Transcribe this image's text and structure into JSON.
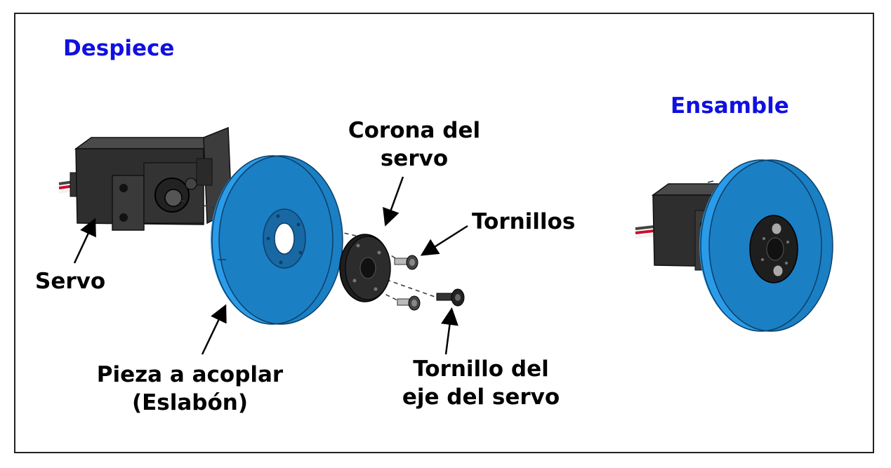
{
  "titles": {
    "exploded": "Despiece",
    "assembled": "Ensamble"
  },
  "labels": {
    "servo": "Servo",
    "horn_line1": "Corona del",
    "horn_line2": "servo",
    "screws": "Tornillos",
    "link_line1": "Pieza a acoplar",
    "link_line2": "(Eslabón)",
    "shaft_screw_line1": "Tornillo del",
    "shaft_screw_line2": "eje del servo"
  },
  "colors": {
    "title": "#1010e0",
    "disc": "#1976b8",
    "disc_edge": "#2a9be8",
    "servo_body": "#2b2b2b",
    "horn": "#1e1e1e"
  }
}
